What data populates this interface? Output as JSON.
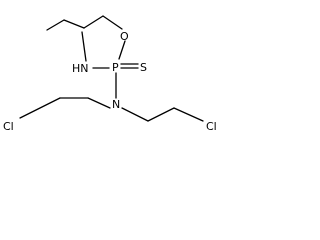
{
  "molecule": {
    "atom_labels": {
      "oxygen": "O",
      "imine": "HN",
      "phosphorus": "P",
      "sulfur": "S",
      "nitrogen": "N",
      "chlorine_left": "Cl",
      "chlorine_right": "Cl"
    },
    "colors": {
      "bond": "#000000",
      "atom_text": "#000000",
      "background": "#ffffff"
    }
  }
}
